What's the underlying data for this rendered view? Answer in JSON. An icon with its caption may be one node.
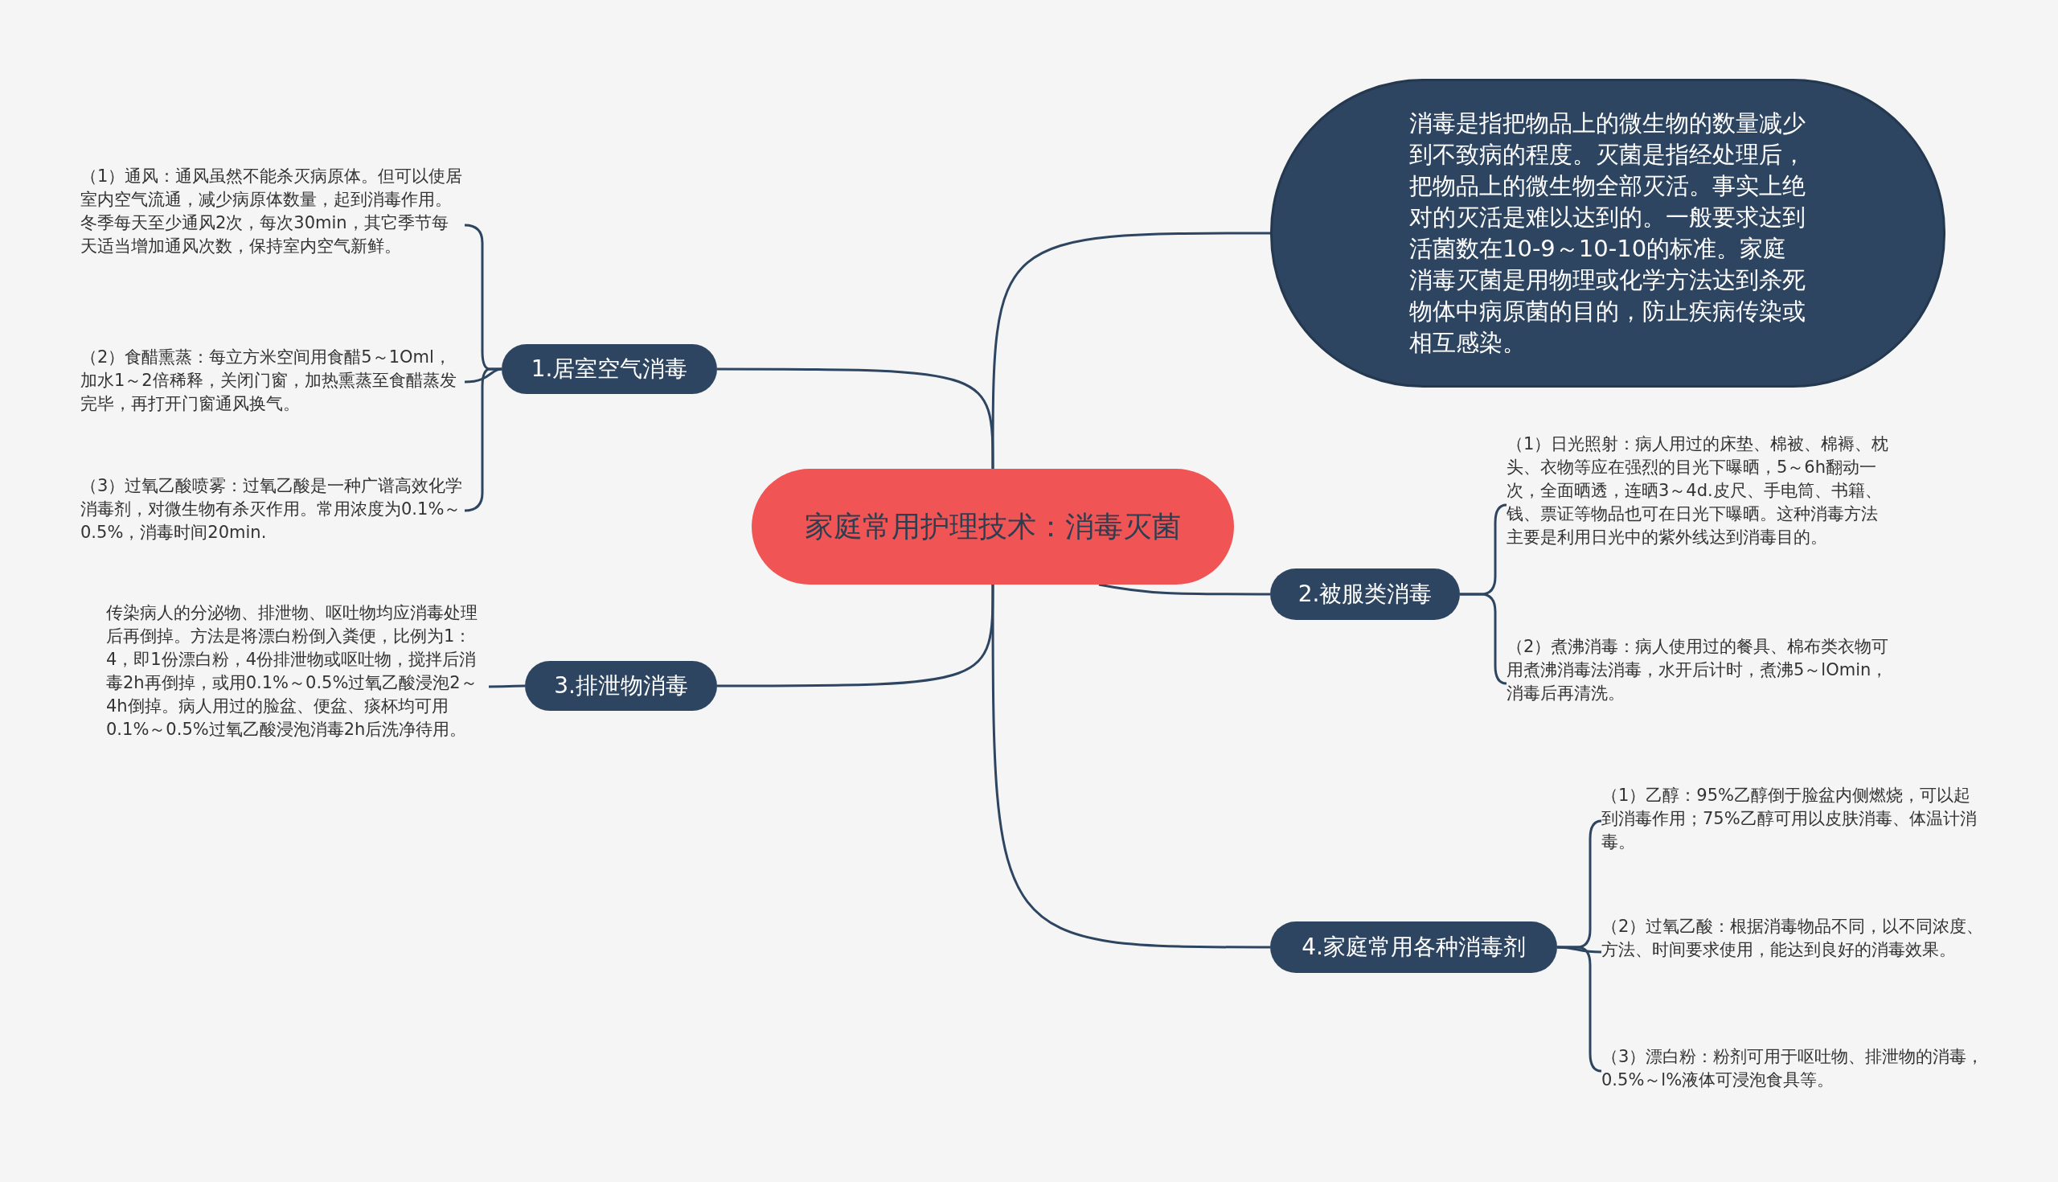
{
  "diagram": {
    "nodes": [
      {
        "text": [
          "家庭常用护理技术：消毒灭菌"
        ]
      },
      {
        "text": [
          "消毒是指把物品上的微生物的数量减少到不致病的程度。灭菌是指经处理后，把物品上的微生物全部灭活。事实上绝对的灭活是难以达到的。一般要求达到活菌数在10-9～10-10的标准。家庭消毒灭菌是用物理或化学方法达到杀死物体中病原菌的目的，防止疾病传染或相互感染。"
        ]
      },
      {
        "text": [
          "1.居室空气消毒"
        ]
      },
      {
        "text": [
          "（1）通风：通风虽然不能杀灭病原体。但可以使居室内空气流通，减少病原体数量，起到消毒作用。冬季每天至少通风2次，每次30min，其它季节每天适当增加通风次数，保持室内空气新鲜。"
        ]
      },
      {
        "text": [
          "（2）食醋熏蒸：每立方米空间用食醋5～1Oml，加水1～2倍稀释，关闭门窗，加热熏蒸至食醋蒸发完毕，再打开门窗通风换气。"
        ]
      },
      {
        "text": [
          "（3）过氧乙酸喷雾：过氧乙酸是一种广谱高效化学消毒剂，对微生物有杀灭作用。常用浓度为0.1%～0.5%，消毒时间20min."
        ]
      },
      {
        "text": [
          "3.排泄物消毒"
        ]
      },
      {
        "text": [
          "传染病人的分泌物、排泄物、呕吐物均应消毒处理后再倒掉。方法是将漂白粉倒入粪便，比例为1：4，即1份漂白粉，4份排泄物或呕吐物，搅拌后消毒2h再倒掉，或用0.1%～0.5%过氧乙酸浸泡2～4h倒掉。病人用过的脸盆、便盆、痰杯均可用0.1%～0.5%过氧乙酸浸泡消毒2h后洗净待用。"
        ]
      },
      {
        "text": [
          "2.被服类消毒"
        ]
      },
      {
        "text": [
          "（1）日光照射：病人用过的床垫、棉被、棉褥、枕头、衣物等应在强烈的目光下曝晒，5～6h翻动一次，全面晒透，连晒3～4d.皮尺、手电筒、书籍、钱、票证等物品也可在日光下曝晒。这种消毒方法主要是利用日光中的紫外线达到消毒目的。"
        ]
      },
      {
        "text": [
          "（2）煮沸消毒：病人使用过的餐具、棉布类衣物可用煮沸消毒法消毒，水开后计时，煮沸5～lOmin，消毒后再清洗。"
        ]
      },
      {
        "text": [
          "4.家庭常用各种消毒剂"
        ]
      },
      {
        "text": [
          "（1）乙醇：95%乙醇倒于脸盆内侧燃烧，可以起到消毒作用；75%乙醇可用以皮肤消毒、体温计消毒。"
        ]
      },
      {
        "text": [
          "（2）过氧乙酸：根据消毒物品不同，以不同浓度、方法、时间要求使用，能达到良好的消毒效果。"
        ]
      },
      {
        "text": [
          "（3）漂白粉：粉剂可用于呕吐物、排泄物的消毒，0.5%～l%液体可浸泡食具等。"
        ]
      }
    ],
    "edges": [
      {
        "from": 0,
        "to": 1,
        "arrow": "none"
      },
      {
        "from": 0,
        "to": 2,
        "arrow": "none"
      },
      {
        "from": 2,
        "to": 3,
        "arrow": "none"
      },
      {
        "from": 2,
        "to": 4,
        "arrow": "none"
      },
      {
        "from": 2,
        "to": 5,
        "arrow": "none"
      },
      {
        "from": 0,
        "to": 6,
        "arrow": "none"
      },
      {
        "from": 6,
        "to": 7,
        "arrow": "none"
      },
      {
        "from": 0,
        "to": 8,
        "arrow": "none"
      },
      {
        "from": 8,
        "to": 9,
        "arrow": "none"
      },
      {
        "from": 8,
        "to": 10,
        "arrow": "none"
      },
      {
        "from": 0,
        "to": 11,
        "arrow": "none"
      },
      {
        "from": 11,
        "to": 12,
        "arrow": "none"
      },
      {
        "from": 11,
        "to": 13,
        "arrow": "none"
      },
      {
        "from": 11,
        "to": 14,
        "arrow": "none"
      }
    ]
  }
}
